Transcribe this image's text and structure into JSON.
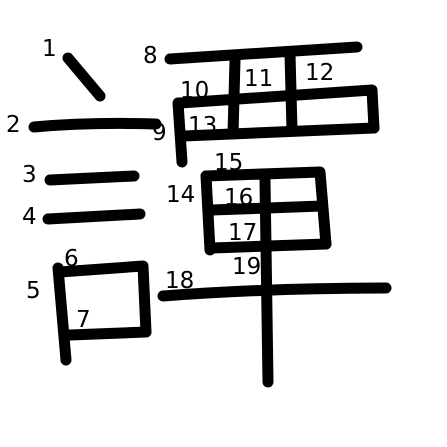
{
  "character": "譚",
  "stroke_color": "#000000",
  "background_color": "#ffffff",
  "stroke_numbers": [
    "1",
    "2",
    "3",
    "4",
    "5",
    "6",
    "7",
    "8",
    "9",
    "10",
    "11",
    "12",
    "13",
    "14",
    "15",
    "16",
    "17",
    "18",
    "19"
  ]
}
